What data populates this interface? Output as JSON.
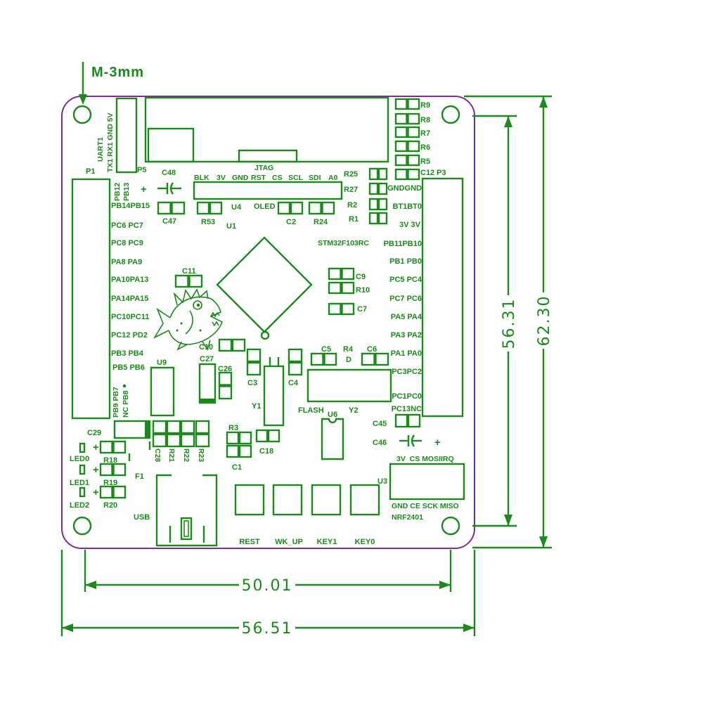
{
  "colors": {
    "silkscreen": "#1a8a1a",
    "board_outline": "#7f2b8f",
    "background": "#ffffff"
  },
  "mount_hole": {
    "label": "M-3mm"
  },
  "dimensions": {
    "bottom_inner": "50.01",
    "bottom_outer": "56.51",
    "right_inner": "56.31",
    "right_outer": "62.30"
  },
  "polarity_mark": "+",
  "uart": {
    "designator": "P5",
    "name": "UART1",
    "pins": "TX1 RX1 GND 5V"
  },
  "jtag": {
    "label": "JTAG"
  },
  "lcd_header": {
    "pins": [
      "BLK",
      "3V",
      "GND",
      "RST",
      "CS",
      "SCL",
      "SDI",
      "A0"
    ]
  },
  "p1": {
    "designator": "P1",
    "rotated_top": [
      "PB12",
      "PB13"
    ],
    "pins": [
      "PB14PB15",
      "PC6 PC7",
      "PC8 PC9",
      "PA8 PA9",
      "PA10PA13",
      "PA14PA15",
      "PC10PC11",
      "PC12 PD2",
      "PB3 PB4",
      "PB5 PB6"
    ],
    "rotated_bottom": [
      "PB9 PB7",
      "NC PB8"
    ]
  },
  "p3": {
    "designator": "P3",
    "pins": [
      "GNDGND",
      "BT1BT0",
      "3V 3V",
      "PB11PB10",
      "PB1 PB0",
      "PC5 PC4",
      "PC7 PC6",
      "PA5 PA4",
      "PA3 PA2",
      "PA1 PA0",
      "PC3PC2",
      "PC1PC0",
      "PC13NC"
    ]
  },
  "mcu": {
    "designator": "U1",
    "part": "STM32F103RC"
  },
  "nrf": {
    "designator": "U3",
    "top_pins": "3V  CS MOSIIRQ",
    "bottom_pins": "GND CE SCK MISO",
    "part": "NRF2401"
  },
  "buttons": [
    "REST",
    "WK_UP",
    "KEY1",
    "KEY0"
  ],
  "labels": {
    "c48": "C48",
    "c47": "C47",
    "r53": "R53",
    "u4": "U4",
    "oled": "OLED",
    "c2": "C2",
    "r24": "R24",
    "r25": "R25",
    "r27": "R27",
    "r2": "R2",
    "r1": "R1",
    "r9": "R9",
    "r8": "R8",
    "r7": "R7",
    "r6": "R6",
    "r5": "R5",
    "c12": "C12",
    "c11": "C11",
    "c9": "C9",
    "r10": "R10",
    "c7": "C7",
    "c10": "C10",
    "c27": "C27",
    "c26": "C26",
    "u9": "U9",
    "c3": "C3",
    "c4": "C4",
    "y1": "Y1",
    "c5": "C5",
    "r4": "R4",
    "d": "D",
    "c6": "C6",
    "flash": "FLASH",
    "u6": "U6",
    "y2": "Y2",
    "c45": "C45",
    "c46": "C46",
    "c29": "C29",
    "c28": "C28",
    "r21": "R21",
    "r22": "R22",
    "r23": "R23",
    "r3": "R3",
    "c18": "C18",
    "c1": "C1",
    "led0": "LED0",
    "led1": "LED1",
    "led2": "LED2",
    "r18": "R18",
    "r19": "R19",
    "r20": "R20",
    "f1": "F1",
    "usb": "USB"
  }
}
